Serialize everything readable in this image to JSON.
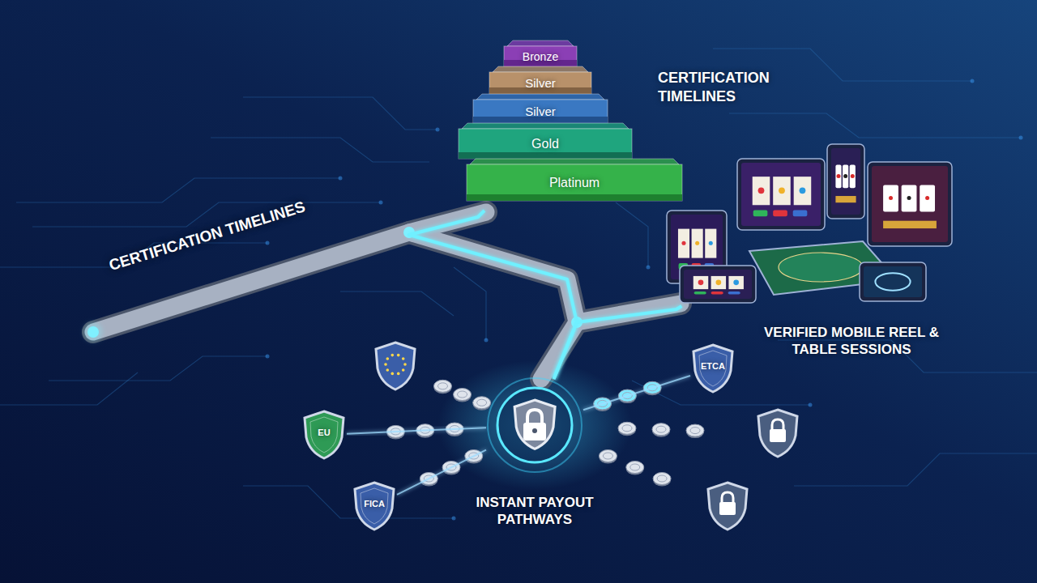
{
  "diagram": {
    "nodes": [
      {
        "text": [
          "CERTIFICATION TIMELINES"
        ]
      },
      {
        "text": [
          "Bronze"
        ],
        "in": 0
      },
      {
        "text": [
          "Silver"
        ],
        "in": 0
      },
      {
        "text": [
          "Silver"
        ],
        "in": 0
      },
      {
        "text": [
          "Gold"
        ],
        "in": 0
      },
      {
        "text": [
          "Platinum"
        ],
        "in": 0
      },
      {
        "text": [
          "VERIFIED MOBILE REEL & TABLE SESSIONS"
        ]
      },
      {
        "text": [
          "INSTANT PAYOUT PATHWAYS"
        ]
      },
      {
        "text": [
          "EU"
        ]
      },
      {
        "text": [
          "FICA"
        ]
      },
      {
        "text": [
          "ETCA"
        ]
      }
    ],
    "edges": [
      {
        "from": 0,
        "to": 7,
        "arrow": "none"
      },
      {
        "from": 6,
        "to": 7,
        "arrow": "none"
      },
      {
        "from": 7,
        "to": 8,
        "arrow": "none"
      },
      {
        "from": 7,
        "to": 9,
        "arrow": "none"
      },
      {
        "from": 7,
        "to": 10,
        "arrow": "none"
      }
    ],
    "labels": [
      "CERTIFICATION TIMELINES"
    ]
  }
}
